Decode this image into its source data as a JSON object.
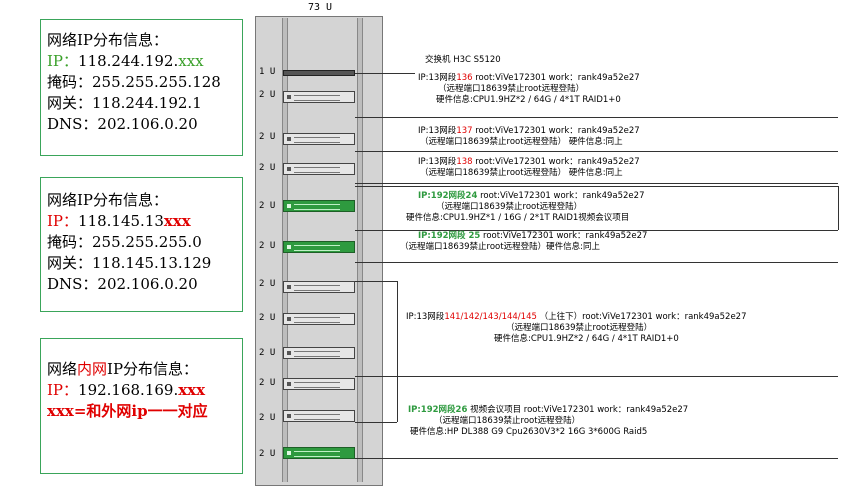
{
  "panels": [
    {
      "title": "网络IP分布信息：",
      "ip_label": "IP：",
      "ip_main": "118.244.192.",
      "ip_suffix": "xxx",
      "mask": "掩码：255.255.255.128",
      "gateway": "网关：118.244.192.1",
      "dns": "DNS：202.106.0.20"
    },
    {
      "title": "网络IP分布信息：",
      "ip_label": "IP：",
      "ip_main": "118.145.13",
      "ip_suffix": "xxx",
      "mask": "掩码：255.255.255.0",
      "gateway": "网关：118.145.13.129",
      "dns": "DNS：202.106.0.20"
    },
    {
      "title_a": "网络",
      "title_b": "内网",
      "title_c": "IP分布信息：",
      "ip_label": "IP：",
      "ip_main": "192.168.169.",
      "ip_suffix": "xxx",
      "note": "xxx=和外网ip一一对应"
    }
  ],
  "colors": {
    "green_text": "#3aa02a",
    "red_text": "#e00000",
    "panel_border": "#3aa55a",
    "green_server": "#2e9a3f"
  },
  "rack": {
    "title": "73 U",
    "units": [
      "1 U",
      "2 U",
      "2 U",
      "2 U",
      "2 U",
      "2 U",
      "2 U",
      "2 U",
      "2 U",
      "2 U",
      "2 U",
      "2 U"
    ]
  },
  "switch_label": "交换机 H3C S5120",
  "notes": [
    {
      "a": "IP:13网段",
      "b": "136",
      "c": " root:ViVe172301   work：rank49a52e27",
      "l2": "（远程端口18639禁止root远程登陆）",
      "l3": "硬件信息:CPU1.9HZ*2 / 64G / 4*1T RAID1+0"
    },
    {
      "a": "IP:13网段",
      "b": "137",
      "c": " root:ViVe172301   work：rank49a52e27",
      "l2": "（远程端口18639禁止root远程登陆）    硬件信息:同上"
    },
    {
      "a": "IP:13网段",
      "b": "138",
      "c": " root:ViVe172301   work：rank49a52e27",
      "l2": "（远程端口18639禁止root远程登陆）    硬件信息:同上"
    },
    {
      "a": "IP:192网段24",
      "c": " root:ViVe172301  work：rank49a52e27",
      "l2": "（远程端口18639禁止root远程登陆）",
      "l3": "硬件信息:CPU1.9HZ*1 / 16G / 2*1T RAID1视频会议项目"
    },
    {
      "a": "IP:192网段 25",
      "c": " root:ViVe172301  work：rank49a52e27",
      "l2": "（远程端口18639禁止root远程登陆）硬件信息:同上"
    },
    {
      "a": "IP:13网段",
      "b": "141/142/143/144/145",
      "c": " （上往下）root:ViVe172301  work：rank49a52e27",
      "l2": "（远程端口18639禁止root远程登陆）",
      "l3": "硬件信息:CPU1.9HZ*2 / 64G / 4*1T RAID1+0"
    },
    {
      "a": "IP:192网段26",
      "c": " 视频会议项目 root:ViVe172301  work：rank49a52e27",
      "l2": "（远程端口18639禁止root远程登陆）",
      "l3": "硬件信息:HP DL388 G9 Cpu2630V3*2 16G 3*600G Raid5"
    }
  ]
}
